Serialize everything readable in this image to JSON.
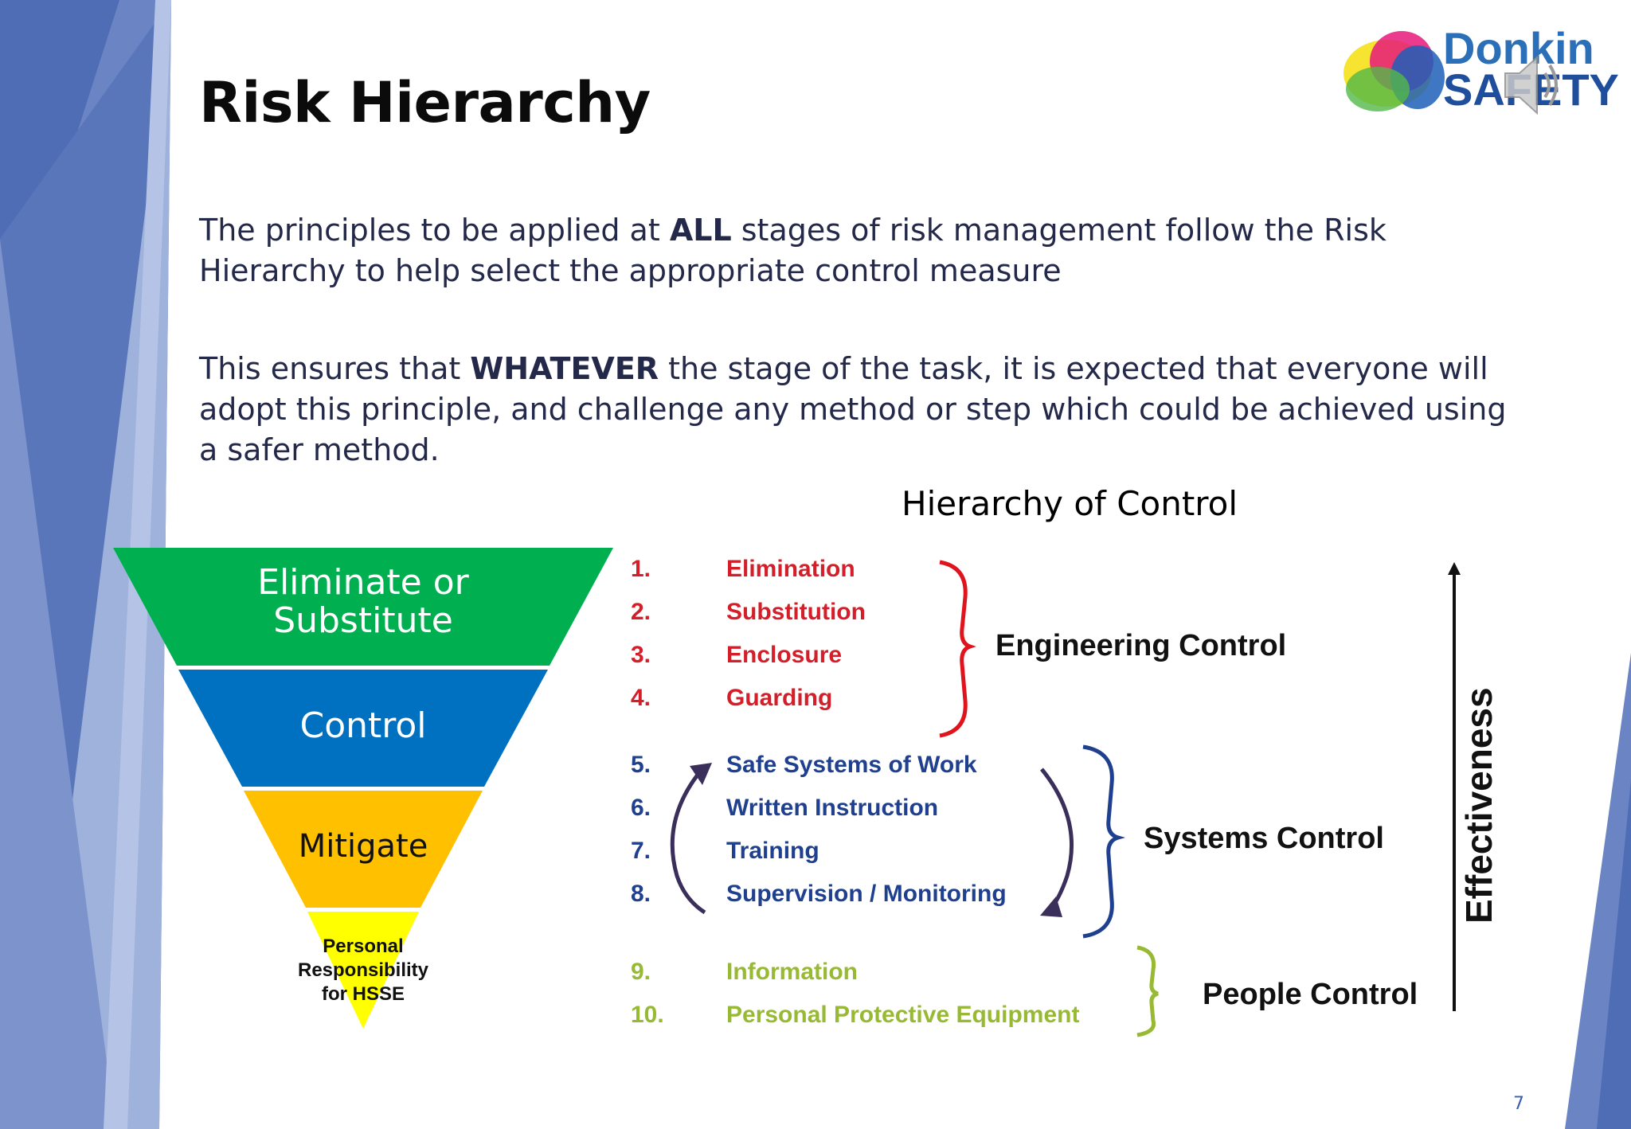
{
  "slide": {
    "title": "Risk Hierarchy",
    "page_number": "7"
  },
  "paragraph1": {
    "before": "The principles to be applied at ",
    "bold": "ALL",
    "after": " stages of risk management follow the Risk Hierarchy to help select the appropriate control measure"
  },
  "paragraph2": {
    "before": "This ensures that ",
    "bold": "WHATEVER",
    "after": " the stage of the task, it is expected that everyone will adopt this principle, and challenge any method or step which could be achieved using a safer method."
  },
  "logo": {
    "line1": "Donkin",
    "line2": "SAFETY"
  },
  "pyramid": {
    "level1_line1": "Eliminate or",
    "level1_line2": "Substitute",
    "level2": "Control",
    "level3": "Mitigate",
    "level4_line1": "Personal",
    "level4_line2": "Responsibility",
    "level4_line3": "for HSSE",
    "colors": {
      "level1": "#00b050",
      "level2": "#0070c0",
      "level3": "#ffc000",
      "level4": "#ffff00"
    }
  },
  "hierarchy": {
    "title": "Hierarchy of Control",
    "items": [
      {
        "num": "1.",
        "label": "Elimination"
      },
      {
        "num": "2.",
        "label": "Substitution"
      },
      {
        "num": "3.",
        "label": "Enclosure"
      },
      {
        "num": "4.",
        "label": "Guarding"
      },
      {
        "num": "5.",
        "label": "Safe Systems of Work"
      },
      {
        "num": "6.",
        "label": "Written Instruction"
      },
      {
        "num": "7.",
        "label": "Training"
      },
      {
        "num": "8.",
        "label": "Supervision / Monitoring"
      },
      {
        "num": "9.",
        "label": "Information"
      },
      {
        "num": "10.",
        "label": "Personal Protective Equipment"
      }
    ],
    "groups": {
      "engineering": "Engineering Control",
      "systems": "Systems Control",
      "people": "People Control"
    },
    "axis_label": "Effectiveness",
    "colors": {
      "engineering": "#d41f2a",
      "systems": "#1f3f8f",
      "people": "#97b933"
    }
  }
}
